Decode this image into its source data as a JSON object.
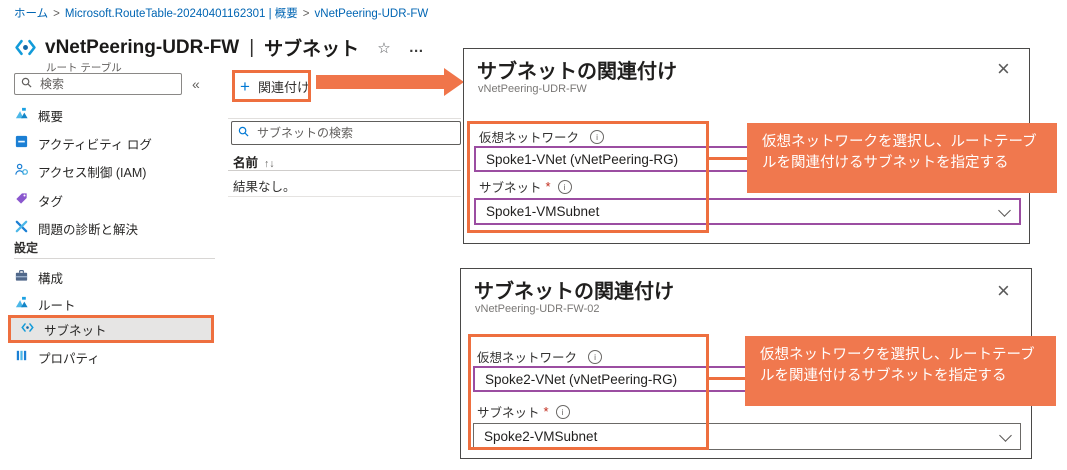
{
  "breadcrumb": {
    "separator": ">",
    "items": [
      "ホーム",
      "Microsoft.RouteTable-20240401162301 | 概要",
      "vNetPeering-UDR-FW"
    ]
  },
  "header": {
    "resource_name": "vNetPeering-UDR-FW",
    "separator": "|",
    "blade_name": "サブネット",
    "star_icon": "☆",
    "more_icon": "…",
    "subtitle": "ルート テーブル"
  },
  "sidebar": {
    "search_placeholder": "検索",
    "collapse_icon": "«",
    "items": [
      {
        "label": "概要"
      },
      {
        "label": "アクティビティ ログ"
      },
      {
        "label": "アクセス制御 (IAM)"
      },
      {
        "label": "タグ"
      },
      {
        "label": "問題の診断と解決"
      }
    ],
    "section_title": "設定",
    "settings_items": [
      {
        "label": "構成"
      },
      {
        "label": "ルート"
      },
      {
        "label": "サブネット",
        "selected": true
      },
      {
        "label": "プロパティ"
      }
    ]
  },
  "main": {
    "associate_button_plus": "+",
    "associate_button_label": "関連付け",
    "search_placeholder": "サブネットの検索",
    "table": {
      "name_column": "名前",
      "sort_icons": "↑↓",
      "empty_message": "結果なし。"
    }
  },
  "dialogs": [
    {
      "title": "サブネットの関連付け",
      "subtitle": "vNetPeering-UDR-FW",
      "close_icon": "×",
      "fields": [
        {
          "label": "仮想ネットワーク",
          "required_mark": "",
          "value": "Spoke1-VNet (vNetPeering-RG)"
        },
        {
          "label": "サブネット",
          "required_mark": "*",
          "value": "Spoke1-VMSubnet"
        }
      ],
      "callout_text": "仮想ネットワークを選択し、ルートテーブルを関連付けるサブネットを指定する"
    },
    {
      "title": "サブネットの関連付け",
      "subtitle": "vNetPeering-UDR-FW-02",
      "close_icon": "×",
      "fields": [
        {
          "label": "仮想ネットワーク",
          "required_mark": "",
          "value": "Spoke2-VNet (vNetPeering-RG)"
        },
        {
          "label": "サブネット",
          "required_mark": "*",
          "value": "Spoke2-VMSubnet"
        }
      ],
      "callout_text": "仮想ネットワークを選択し、ルートテーブルを関連付けるサブネットを指定する"
    }
  ],
  "colors": {
    "annotation_orange": "#ee6f3f",
    "callout_fill": "#f0784e",
    "focus_purple": "#9b4da1",
    "link_blue": "#0065b3",
    "accent_blue": "#0078d4"
  }
}
